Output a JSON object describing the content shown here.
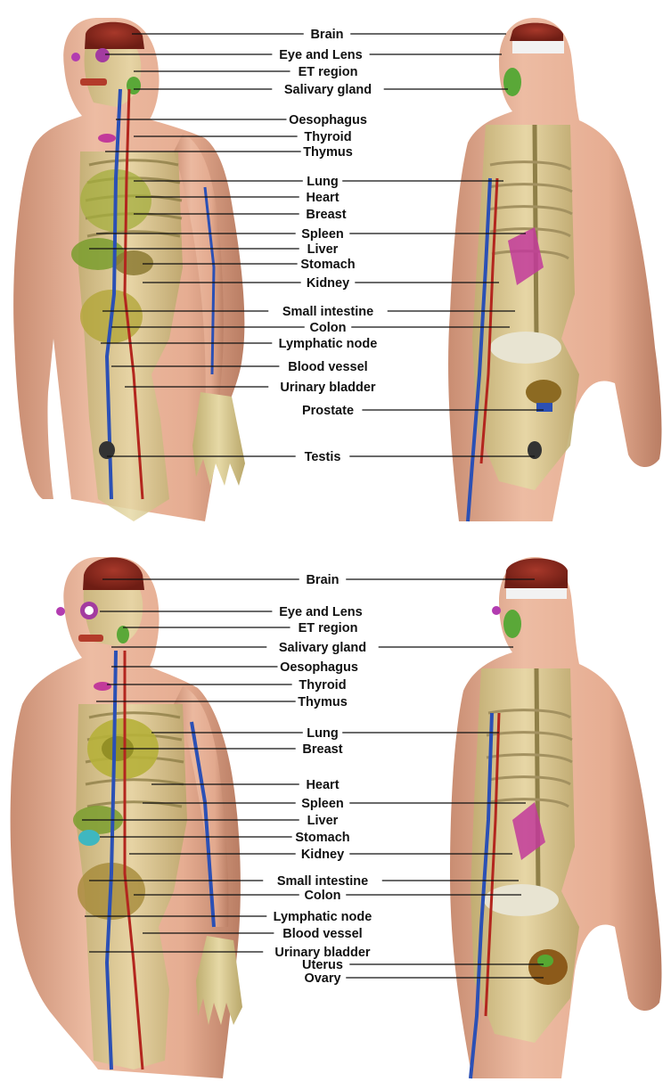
{
  "panels": [
    {
      "name": "male",
      "labels": [
        "Brain",
        "Eye and Lens",
        "ET region",
        "Salivary gland",
        "Oesophagus",
        "Thyroid",
        "Thymus",
        "Lung",
        "Heart",
        "Breast",
        "Spleen",
        "Liver",
        "Stomach",
        "Kidney",
        "Small intestine",
        "Colon",
        "Lymphatic node",
        "Blood vessel",
        "Urinary bladder",
        "Prostate",
        "Testis"
      ]
    },
    {
      "name": "female",
      "labels": [
        "Brain",
        "Eye and Lens",
        "ET region",
        "Salivary gland",
        "Oesophagus",
        "Thyroid",
        "Thymus",
        "Lung",
        "Breast",
        "Heart",
        "Spleen",
        "Liver",
        "Stomach",
        "Kidney",
        "Small intestine",
        "Colon",
        "Lymphatic node",
        "Blood vessel",
        "Urinary bladder",
        "Uterus",
        "Ovary"
      ]
    }
  ],
  "colors": {
    "skin": "#e9b49a",
    "skin_shadow": "#c98d72",
    "bone": "#d8c98f",
    "brain": "#8b2a1f",
    "artery": "#b3261e",
    "vein": "#2b50b5",
    "lung_green": "#9aa63a",
    "organ_magenta": "#c23a9a",
    "lymph": "#56a832",
    "label_text": "#111111"
  }
}
